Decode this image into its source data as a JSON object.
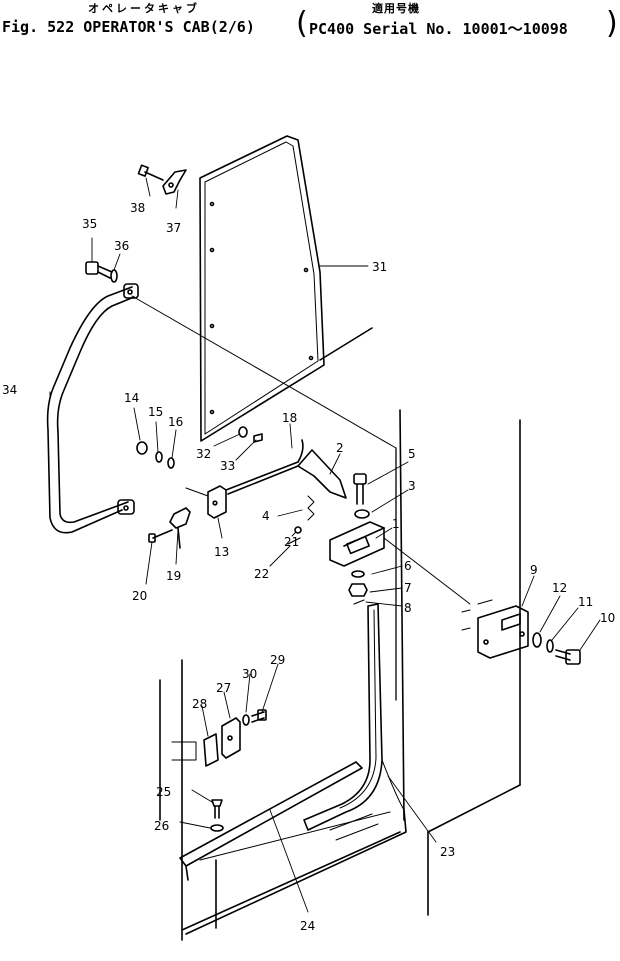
{
  "header": {
    "title_jp": "オペレータキャブ",
    "figure_title": "Fig. 522 OPERATOR'S CAB(2/6)",
    "serial_jp": "適用号機",
    "serial_text": "PC400 Serial No. 10001～10098",
    "paren_open": "(",
    "paren_close": ")"
  },
  "callouts": [
    {
      "n": "1"
    },
    {
      "n": "2"
    },
    {
      "n": "3"
    },
    {
      "n": "4"
    },
    {
      "n": "5"
    },
    {
      "n": "6"
    },
    {
      "n": "7"
    },
    {
      "n": "8"
    },
    {
      "n": "9"
    },
    {
      "n": "10"
    },
    {
      "n": "11"
    },
    {
      "n": "12"
    },
    {
      "n": "13"
    },
    {
      "n": "14"
    },
    {
      "n": "15"
    },
    {
      "n": "16"
    },
    {
      "n": "18"
    },
    {
      "n": "19"
    },
    {
      "n": "20"
    },
    {
      "n": "21"
    },
    {
      "n": "22"
    },
    {
      "n": "23"
    },
    {
      "n": "24"
    },
    {
      "n": "25"
    },
    {
      "n": "26"
    },
    {
      "n": "27"
    },
    {
      "n": "28"
    },
    {
      "n": "29"
    },
    {
      "n": "30"
    },
    {
      "n": "31"
    },
    {
      "n": "32"
    },
    {
      "n": "33"
    },
    {
      "n": "34"
    },
    {
      "n": "35"
    },
    {
      "n": "36"
    },
    {
      "n": "37"
    },
    {
      "n": "38"
    }
  ]
}
